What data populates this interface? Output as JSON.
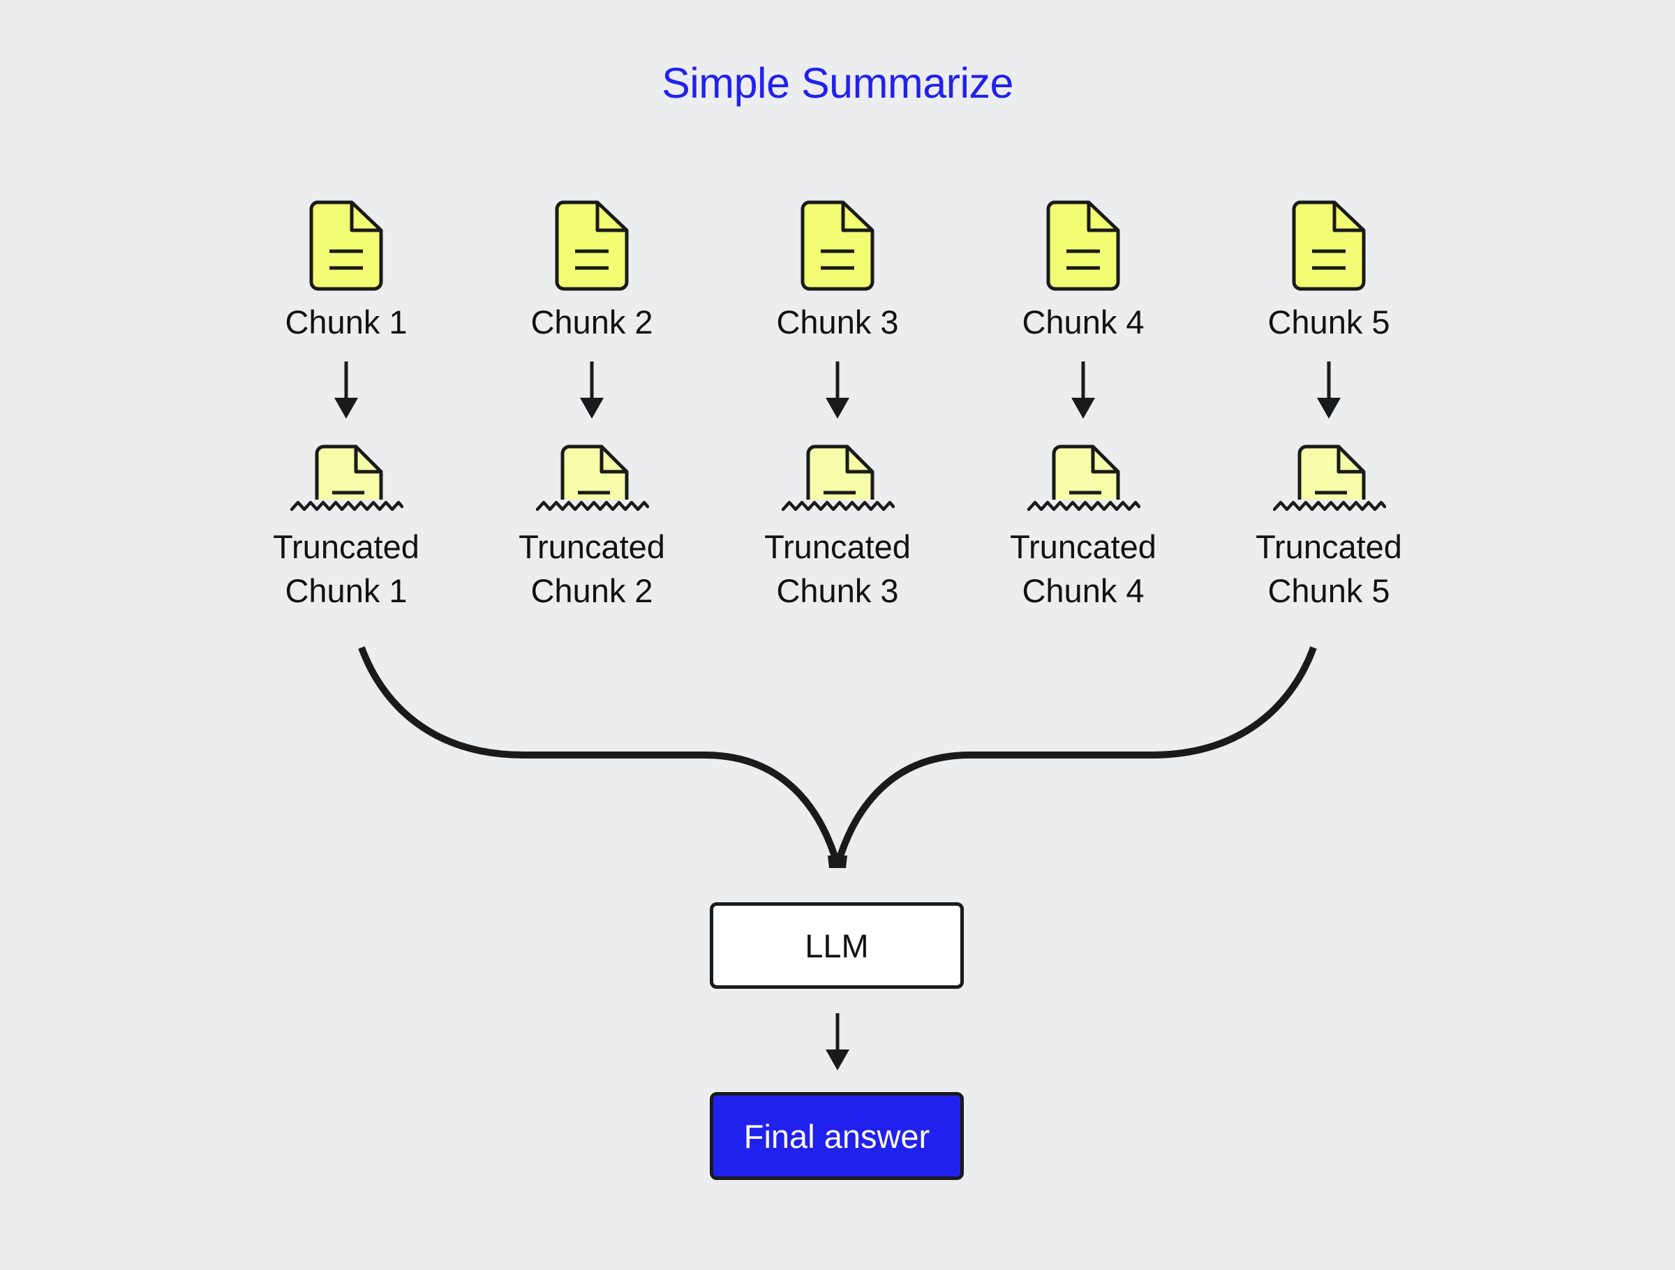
{
  "title": "Simple Summarize",
  "chunks": [
    {
      "label": "Chunk 1",
      "truncated": [
        "Truncated",
        "Chunk 1"
      ]
    },
    {
      "label": "Chunk 2",
      "truncated": [
        "Truncated",
        "Chunk 2"
      ]
    },
    {
      "label": "Chunk 3",
      "truncated": [
        "Truncated",
        "Chunk 3"
      ]
    },
    {
      "label": "Chunk 4",
      "truncated": [
        "Truncated",
        "Chunk 4"
      ]
    },
    {
      "label": "Chunk 5",
      "truncated": [
        "Truncated",
        "Chunk 5"
      ]
    }
  ],
  "icons": {
    "chunk": "document-icon",
    "truncated": "truncated-document-icon",
    "step": "arrow-down-icon"
  },
  "llm_label": "LLM",
  "final_label": "Final answer",
  "colors": {
    "background": "#ecedef",
    "title": "#2121ee",
    "document_fill": "#f2fd73",
    "truncated_fill": "#f6fca8",
    "final_fill": "#2121ee",
    "stroke": "#1a1a1a"
  }
}
